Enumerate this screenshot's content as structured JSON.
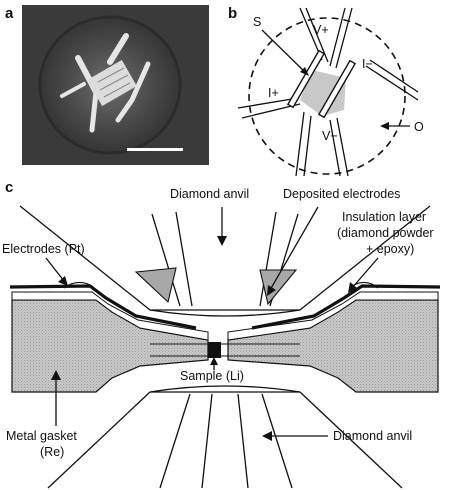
{
  "panels": {
    "a": {
      "label": "a"
    },
    "b": {
      "label": "b",
      "terminals": {
        "s": "S",
        "v_plus": "V+",
        "v_minus": "V−",
        "i_plus": "I+",
        "i_minus": "I−",
        "o": "O"
      }
    },
    "c": {
      "label": "c",
      "labels": {
        "diamond_anvil_top": "Diamond anvil",
        "deposited_electrodes": "Deposited electrodes",
        "insulation_line1": "Insulation layer",
        "insulation_line2": "(diamond powder",
        "insulation_line3": "+ epoxy)",
        "electrodes_pt": "Electrodes (Pt)",
        "sample_li": "Sample (Li)",
        "metal_gasket_line1": "Metal gasket",
        "metal_gasket_line2": "(Re)",
        "diamond_anvil_bottom": "Diamond anvil"
      }
    }
  },
  "colors": {
    "photo_background": "#3a3a3a",
    "gasket_fill": "#c4c4c4",
    "electrode_fill": "#a8a8a8",
    "sample_fill": "#111111",
    "line": "#111111"
  }
}
